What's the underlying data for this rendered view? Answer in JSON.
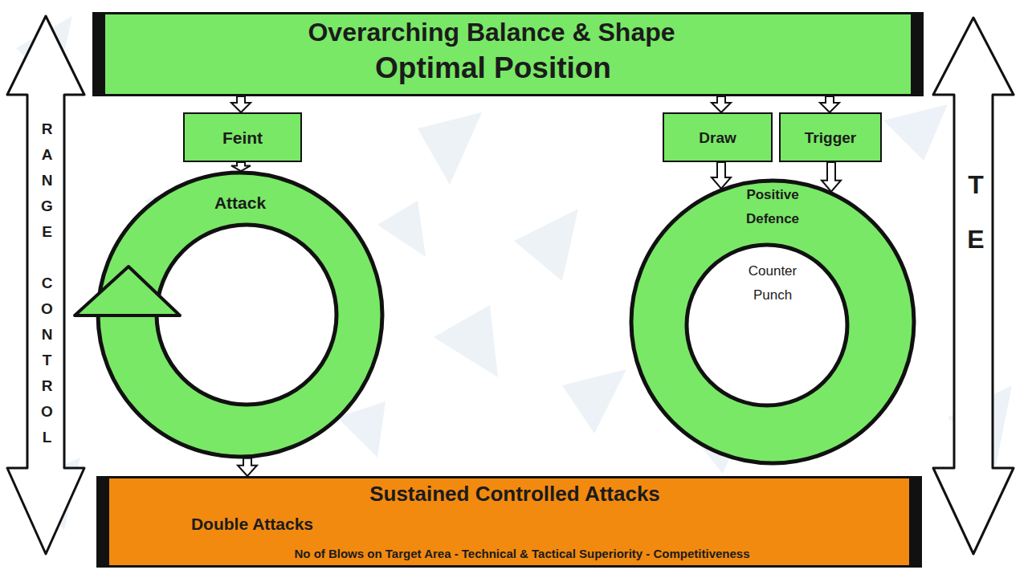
{
  "diagram": {
    "nodes": [
      {
        "text": [
          "Overarching Balance & Shape",
          "Optimal Position"
        ]
      },
      {
        "text": [
          "Feint"
        ]
      },
      {
        "text": [
          "Draw"
        ]
      },
      {
        "text": [
          "Trigger"
        ]
      },
      {
        "text": [
          "Attack"
        ]
      },
      {
        "text": [
          "Positive Defence",
          "Counter Punch"
        ]
      },
      {
        "text": [
          "Sustained Controlled Attacks",
          "Double Attacks",
          "No of Blows on Target Area - Technical & Tactical Superiority - Competitiveness"
        ]
      }
    ],
    "edges": [
      {
        "from": 0,
        "to": 1,
        "arrow": "to"
      },
      {
        "from": 0,
        "to": 2,
        "arrow": "to"
      },
      {
        "from": 0,
        "to": 3,
        "arrow": "to"
      },
      {
        "from": 1,
        "to": 4,
        "arrow": "to"
      },
      {
        "from": 2,
        "to": 5,
        "arrow": "to"
      },
      {
        "from": 3,
        "to": 5,
        "arrow": "to"
      },
      {
        "from": 4,
        "to": 6,
        "arrow": "to"
      }
    ],
    "labels": [
      "RANGE CONTROL",
      "TE"
    ]
  }
}
